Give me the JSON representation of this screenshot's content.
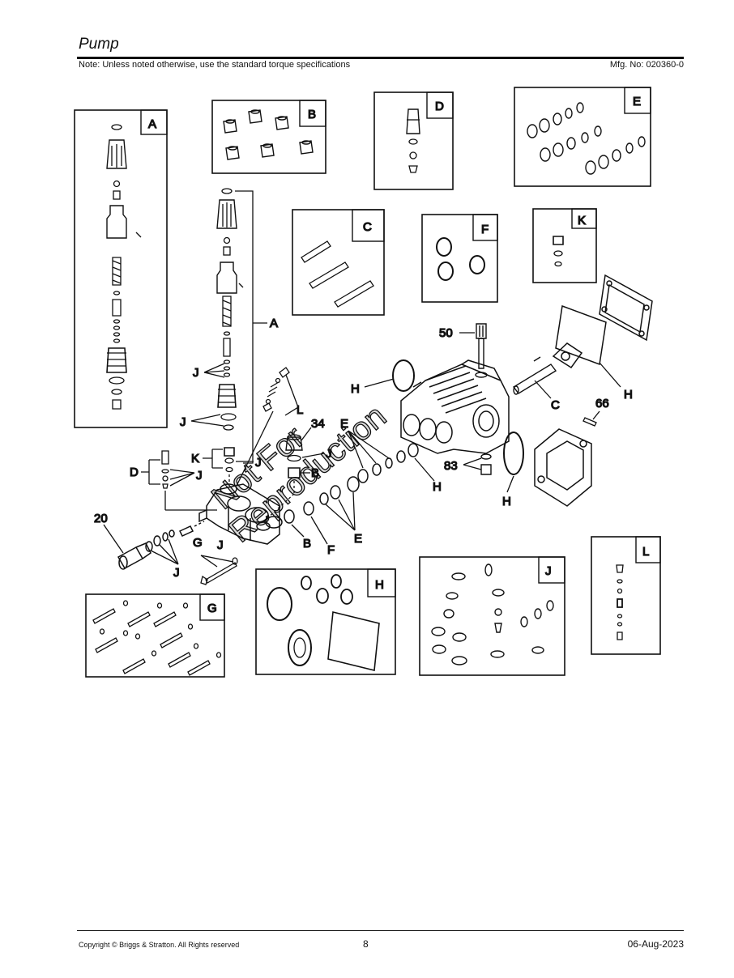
{
  "header": {
    "title": "Pump",
    "note": "Note: Unless noted otherwise, use the standard torque specifications",
    "mfg": "Mfg. No: 020360-0"
  },
  "watermark": {
    "line1": "Not For",
    "line2": "Reproduction"
  },
  "kits": {
    "A": "A",
    "B": "B",
    "C": "C",
    "D": "D",
    "E": "E",
    "F": "F",
    "G": "G",
    "H": "H",
    "J": "J",
    "K": "K",
    "L": "L"
  },
  "callouts": {
    "part_50": "50",
    "part_34": "34",
    "part_66": "66",
    "part_83": "83",
    "part_20": "20",
    "A": "A",
    "B": "B",
    "C": "C",
    "D": "D",
    "E": "E",
    "F": "F",
    "G": "G",
    "H": "H",
    "J": "J",
    "K": "K",
    "L": "L"
  },
  "footer": {
    "copyright": "Copyright ©  Briggs & Stratton. All Rights reserved",
    "page": "8",
    "date": "06-Aug-2023"
  }
}
